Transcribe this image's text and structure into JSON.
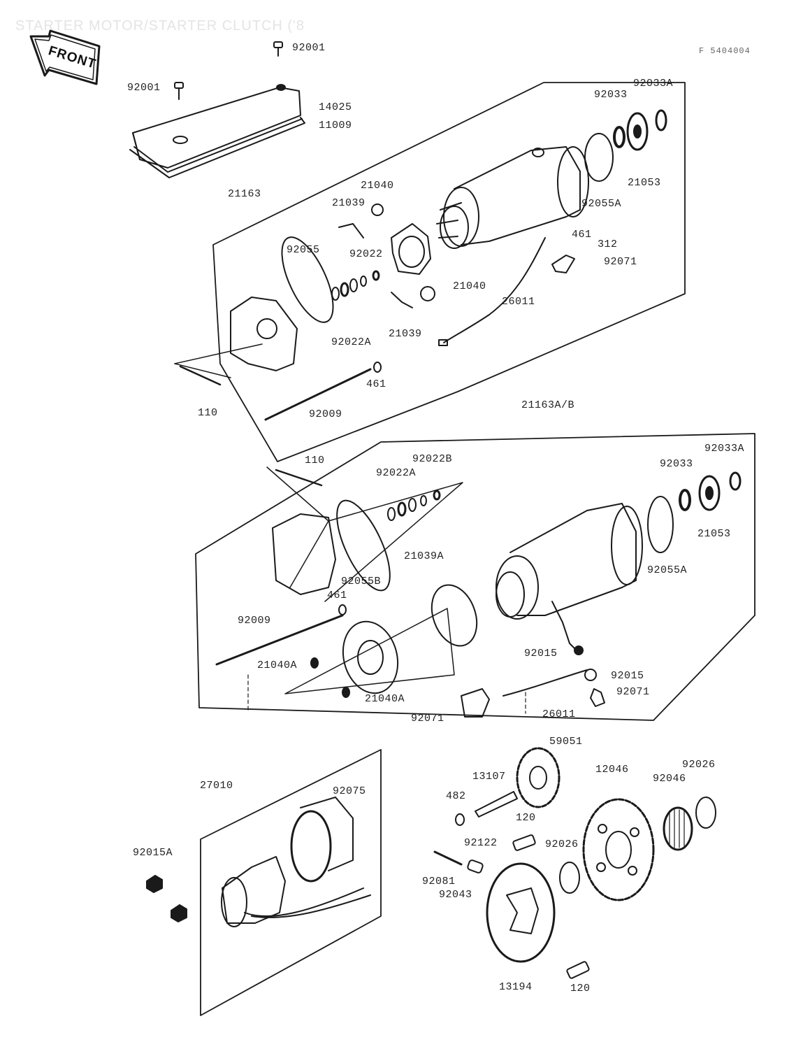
{
  "title": "STARTER MOTOR/STARTER CLUTCH ('8",
  "ref_code": "F 5404004",
  "front_arrow": "FRONT",
  "labels": {
    "l92001a": "92001",
    "l92001b": "92001",
    "l14025": "14025",
    "l11009": "11009",
    "l92033A_1": "92033A",
    "l92033_1": "92033",
    "l21163": "21163",
    "l21040_1": "21040",
    "l21039_1": "21039",
    "l92055": "92055",
    "l92022": "92022",
    "l461_1": "461",
    "l312": "312",
    "l92071_1": "92071",
    "l21053_1": "21053",
    "l92055A_1": "92055A",
    "l21040_2": "21040",
    "l26011_1": "26011",
    "l92022A_1": "92022A",
    "l21039_2": "21039",
    "l461_2": "461",
    "l110_1": "110",
    "l92009_1": "92009",
    "l21163AB": "21163A/B",
    "l110_2": "110",
    "l92022B": "92022B",
    "l92022A_2": "92022A",
    "l92033A_2": "92033A",
    "l92033_2": "92033",
    "l21053_2": "21053",
    "l92055A_2": "92055A",
    "l21039A": "21039A",
    "l92055B": "92055B",
    "l461_3": "461",
    "l92009_2": "92009",
    "l21040A_1": "21040A",
    "l92015_1": "92015",
    "l92015_2": "92015",
    "l92071_2": "92071",
    "l21040A_2": "21040A",
    "l92071_3": "92071",
    "l26011_2": "26011",
    "l59051": "59051",
    "l13107": "13107",
    "l482": "482",
    "l120_1": "120",
    "l12046": "12046",
    "l92026_1": "92026",
    "l92046": "92046",
    "l92122": "92122",
    "l92026_2": "92026",
    "l92081": "92081",
    "l92043": "92043",
    "l13194": "13194",
    "l120_2": "120",
    "l27010": "27010",
    "l92075": "92075",
    "l92015A": "92015A"
  }
}
